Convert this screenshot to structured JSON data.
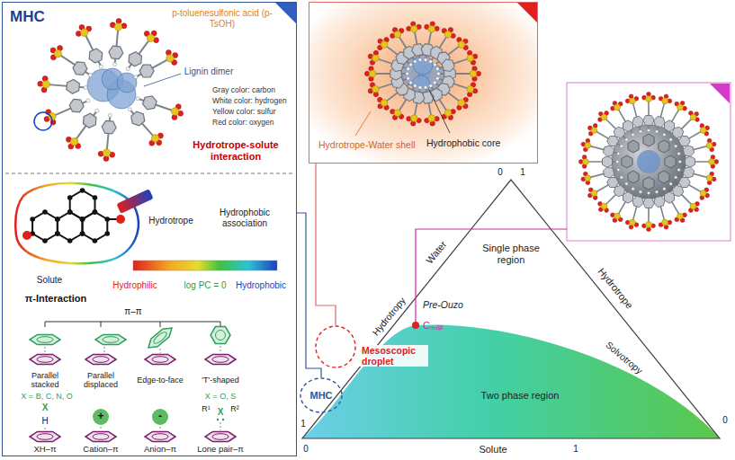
{
  "diagram": {
    "nodes": [
      {
        "text": [
          "MHC"
        ]
      },
      {
        "text": [
          "Hydrotrope-Water shell",
          "Hydrophobic core"
        ]
      },
      {
        "text": [
          "Mesoscopic droplet"
        ]
      },
      {
        "text": [
          "MHC"
        ]
      },
      {
        "text": [
          "+"
        ]
      },
      {
        "text": [
          "-"
        ]
      }
    ],
    "edges": [
      {
        "from": 0,
        "to": 3,
        "arrow": "none"
      },
      {
        "from": 1,
        "to": 2,
        "arrow": "none"
      }
    ],
    "labels": [
      "p-toluenesulfonic acid (p-TsOH)",
      "Lignin dimer",
      "Gray color: carbon",
      "White color: hydrogen",
      "Yellow color: sulfur",
      "Red color: oxygen",
      "Hydrotrope-solute interaction",
      "Hydrotrope",
      "Hydrophobic association",
      "Solute",
      "Hydrophilic",
      "log PC = 0",
      "Hydrophobic",
      "π-Interaction",
      "π–π",
      "Parallel stacked",
      "Parallel displaced",
      "Edge-to-face",
      "'T'-shaped",
      "X = B, C, N, O",
      "X",
      "H",
      "X = O, S",
      "R¹",
      "X",
      "R²",
      "XH–π",
      "Cation–π",
      "Anion–π",
      "Lone pair–π",
      "Single phase region",
      "Water",
      "Hydrotrope",
      "Hydrotropy",
      "Pre-Ouzo",
      "Cₘₐₓ",
      "Solvotropy",
      "Two phase region",
      "Solute",
      "0",
      "1",
      "1",
      "0",
      "1",
      "0"
    ]
  }
}
